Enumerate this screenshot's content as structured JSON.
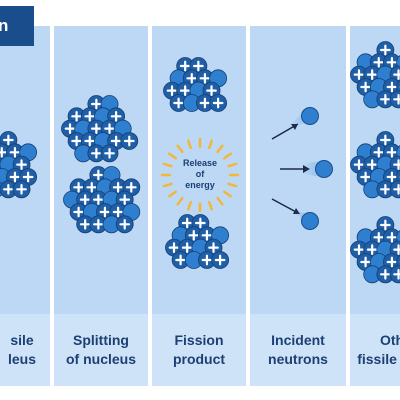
{
  "header": {
    "title": "n"
  },
  "panels": [
    {
      "id": "fissile",
      "label_line1": "sile",
      "label_line2": "leus"
    },
    {
      "id": "splitting",
      "label_line1": "Splitting",
      "label_line2": "of nucleus"
    },
    {
      "id": "product",
      "label_line1": "Fission",
      "label_line2": "product"
    },
    {
      "id": "neutrons",
      "label_line1": "Incident",
      "label_line2": "neutrons"
    },
    {
      "id": "other",
      "label_line1": "Oth",
      "label_line2": "fissile"
    }
  ],
  "energy_label": {
    "line1": "Release",
    "line2": "of",
    "line3": "energy"
  },
  "colors": {
    "panel_bg": "#bcd8f5",
    "panel_label_bg": "#cfe3f8",
    "header_bg": "#1a4d8c",
    "proton": "#1f5fa8",
    "neutron": "#2f7fd0",
    "text": "#1c3f74",
    "energy_rays": "#f2b73a"
  }
}
